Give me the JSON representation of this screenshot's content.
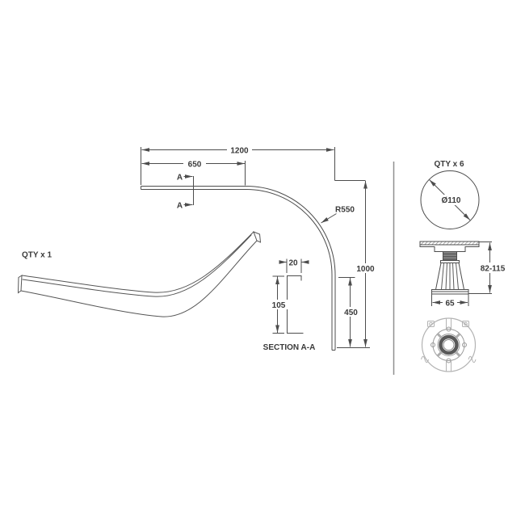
{
  "panel_view": {
    "qty": "QTY x 1"
  },
  "plan_view": {
    "width_total": "1200",
    "width_to_curve": "650",
    "section_marker": "A",
    "radius": "R550",
    "depth_total": "1000",
    "straight_edge": "450"
  },
  "section_view": {
    "flange_width": "20",
    "web_height": "105",
    "title": "SECTION A-A"
  },
  "leg_views": {
    "qty": "QTY x 6",
    "top_diameter": "Ø110",
    "height_range": "82-115",
    "base_width": "65"
  },
  "colors": {
    "background": "#ffffff",
    "line": "#4d4d4d",
    "light_line": "#aeaeae",
    "divider": "#8f8f8f",
    "text": "#3a3a3a"
  }
}
